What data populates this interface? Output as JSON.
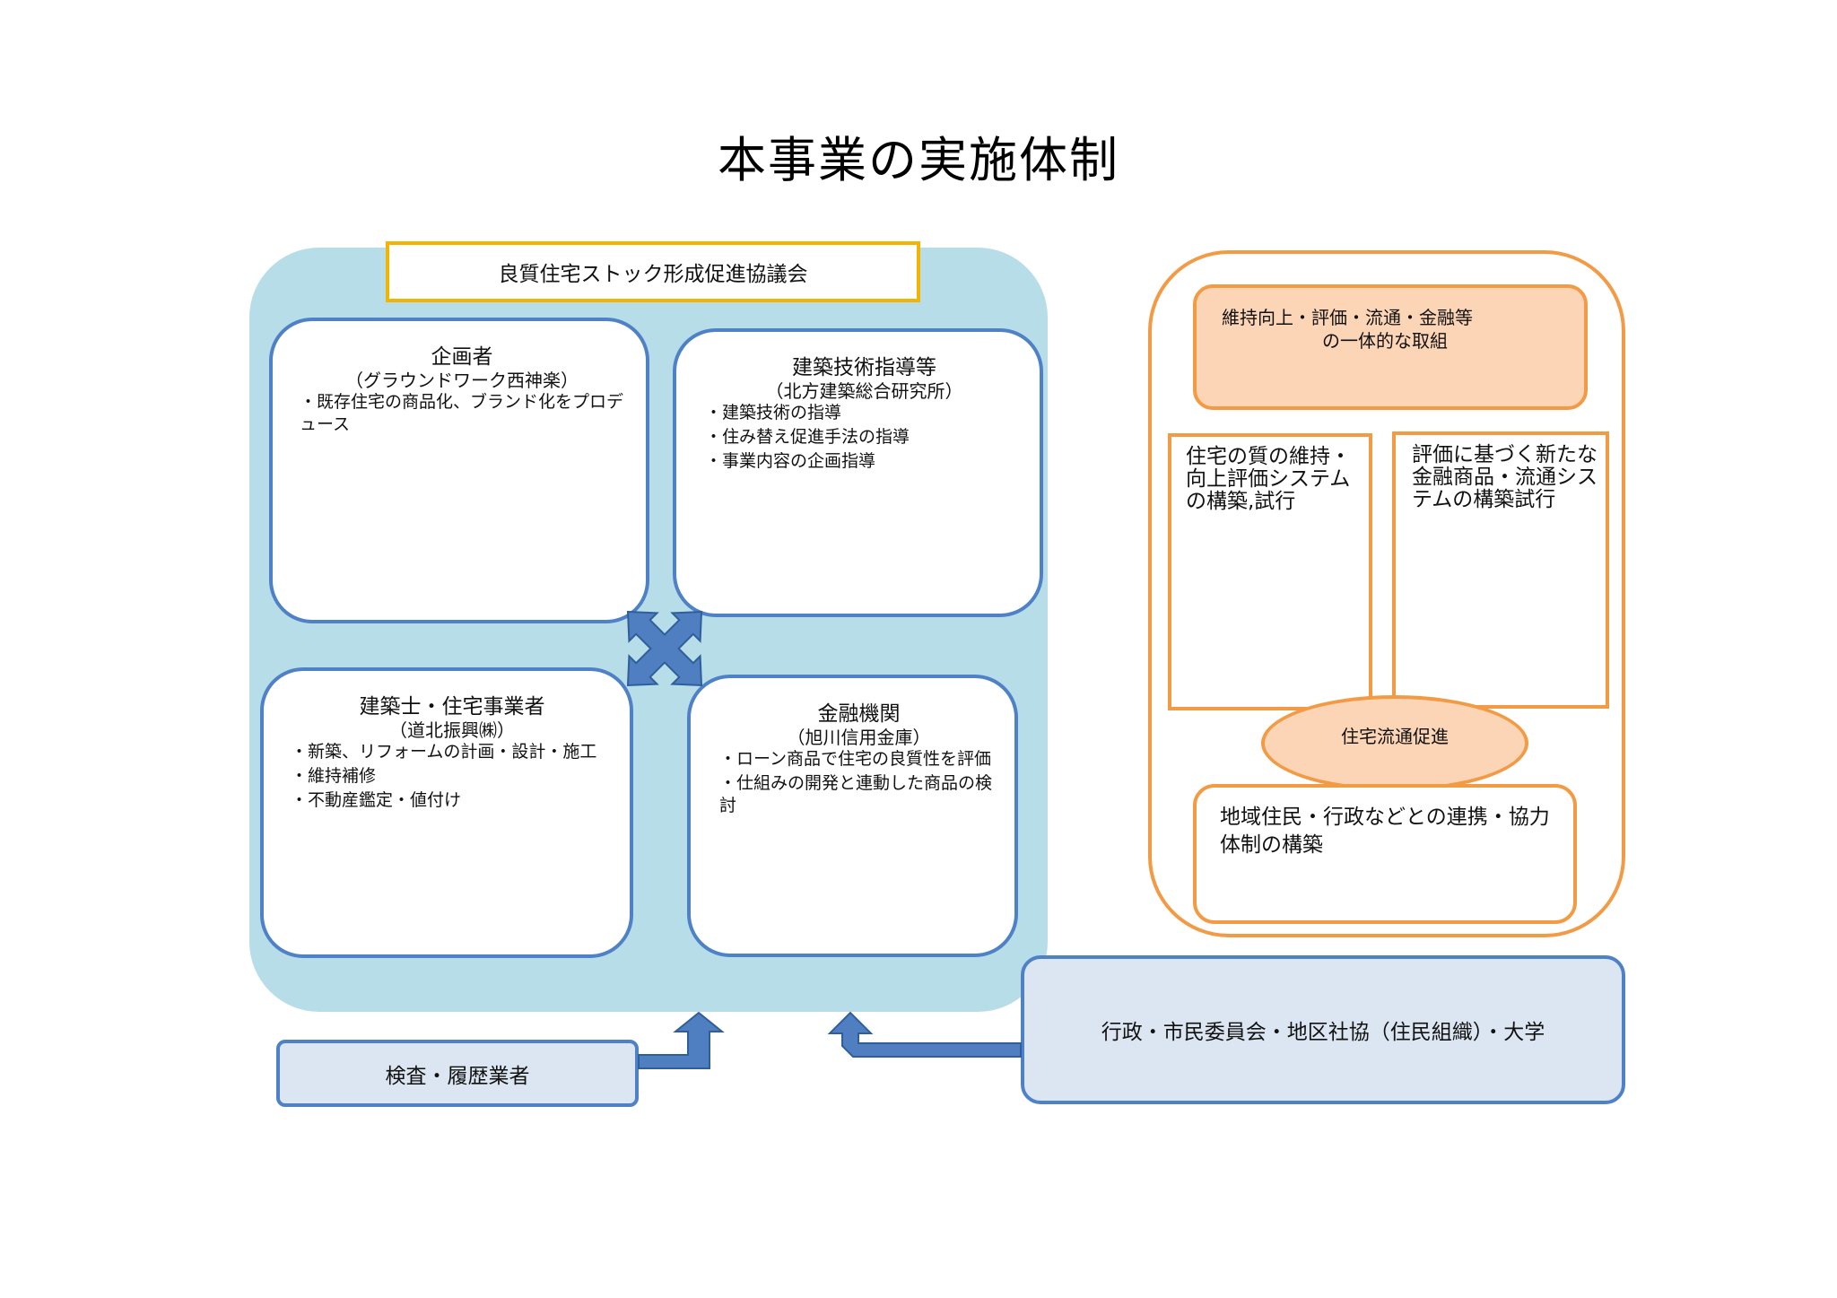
{
  "title": "本事業の実施体制",
  "council": {
    "title": "良質住宅ストック形成促進協議会",
    "planner": {
      "head": "企画者",
      "sub": "（グラウンドワーク西神楽）",
      "items": [
        "・既存住宅の商品化、ブランド化をプロデュース"
      ]
    },
    "tech": {
      "head": "建築技術指導等",
      "sub": "（北方建築総合研究所）",
      "items": [
        "・建築技術の指導",
        "・住み替え促進手法の指導",
        "・事業内容の企画指導"
      ]
    },
    "architect": {
      "head": "建築士・住宅事業者",
      "sub": "（道北振興㈱）",
      "items": [
        "・新築、リフォームの計画・設計・施工",
        "・維持補修",
        "・不動産鑑定・値付け"
      ]
    },
    "finance": {
      "head": "金融機関",
      "sub": "（旭川信用金庫）",
      "items": [
        "・ローン商品で住宅の良質性を評価",
        "・仕組みの開発と連動した商品の検討"
      ]
    }
  },
  "right": {
    "head_line1": "維持向上・評価・流通・金融等",
    "head_line2": "の一体的な取組",
    "box1": "住宅の質の維持・向上評価システムの構築,試行",
    "box2": "評価に基づく新たな金融商品・流通システムの構築試行",
    "ellipse": "住宅流通促進",
    "bottom": "地域住民・行政などとの連携・協力体制の構築"
  },
  "inspection": "検査・履歴業者",
  "admin": "行政・市民委員会・地区社協（住民組織）・大学",
  "colors": {
    "council_bg": "#b7dde8",
    "card_border": "#4f81c7",
    "title_border": "#f2b400",
    "orange": "#f39a45",
    "orange_fill": "#fbd5b5",
    "blue_fill": "#dce6f2",
    "arrow": "#4f7fc0"
  }
}
